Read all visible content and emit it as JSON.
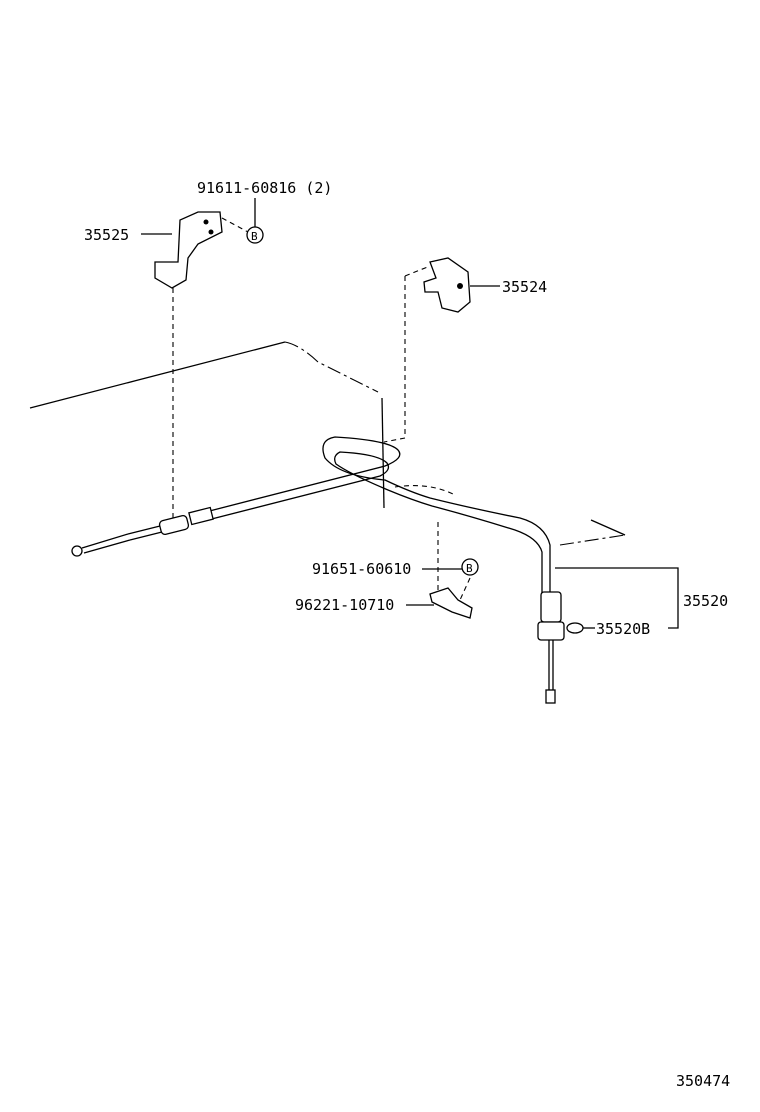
{
  "diagram_id": "350474",
  "callouts": {
    "bolt_upper": "91611-60816 (2)",
    "bracket_left": "35525",
    "bracket_right": "35524",
    "bolt_lower": "91651-60610",
    "clamp": "96221-10710",
    "cable_assy": "35520",
    "cable_sub": "35520B"
  },
  "markers": {
    "bolt_upper": "B",
    "bolt_lower": "B"
  }
}
